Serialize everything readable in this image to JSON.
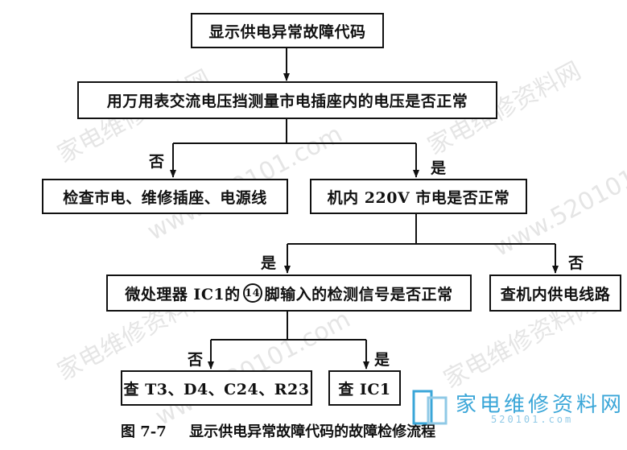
{
  "nodes": {
    "start": "显示供电异常故障代码",
    "measure": "用万用表交流电压挡测量市电插座内的电压是否正常",
    "check_mains": "检查市电、维修插座、电源线",
    "check_220v": "机内 220V 市电是否正常",
    "signal_pre": "微处理器 IC1的",
    "signal_pin": "14",
    "signal_post": "脚输入的检测信号是否正常",
    "check_supply_line": "查机内供电线路",
    "check_parts": "查 T3、D4、C24、R23",
    "check_ic1": "查 IC1"
  },
  "labels": {
    "no": "否",
    "yes": "是"
  },
  "caption": {
    "number": "图 7-7",
    "title": "显示供电异常故障代码的故障检修流程"
  },
  "watermarks": [
    "家电维修资料网",
    "www.520101.com"
  ],
  "logo": {
    "name": "家电维修资料网",
    "site": "520101.com"
  },
  "colors": {
    "line": "#111111",
    "logo": "#3aa6d8",
    "watermark": "#d0d0d0"
  }
}
